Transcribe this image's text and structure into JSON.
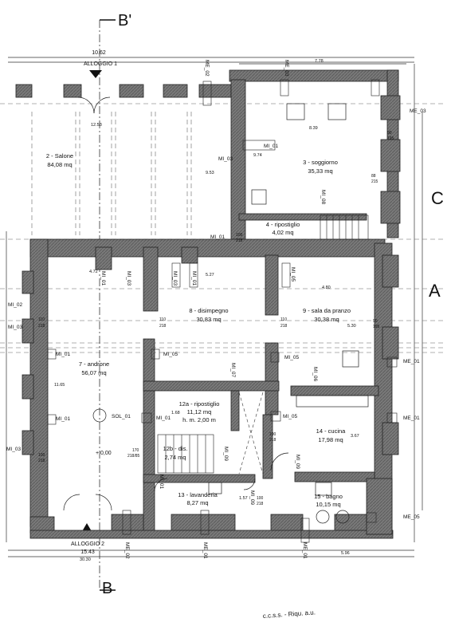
{
  "section": {
    "top_label": "B'",
    "bottom_label": "B",
    "right_label_upper": "C",
    "right_label_lower": "A"
  },
  "units": {
    "top": {
      "name": "ALLOGGIO 1",
      "dim": "10.62"
    },
    "bottom": {
      "name": "ALLOGGIO 2",
      "dim": "15.43"
    }
  },
  "rooms": [
    {
      "name": "2 - Salone",
      "area": "84,08 mq"
    },
    {
      "name": "3 - soggiorno",
      "area": "35,33 mq"
    },
    {
      "name": "4 - ripostiglio",
      "area": "4,02 mq"
    },
    {
      "name": "8 - disimpegno",
      "area": "30,83 mq"
    },
    {
      "name": "9 - sala da pranzo",
      "area": "30,38 mq"
    },
    {
      "name": "7 - androne",
      "area": "56,07 mq"
    },
    {
      "name": "12a - ripostiglio",
      "area": "11,12 mq",
      "extra": "h. m. 2,00 m"
    },
    {
      "name": "12b - dis.",
      "area": "2,74 mq"
    },
    {
      "name": "14 - cucina",
      "area": "17,98 mq"
    },
    {
      "name": "13 - lavanderia",
      "area": "8,27 mq"
    },
    {
      "name": "15 - bagno",
      "area": "10,15 mq"
    }
  ],
  "tags": {
    "me02_top": "ME_02",
    "me03_top": "ME_03",
    "me03_right": "ME_03",
    "me01_right_a": "ME_01",
    "me01_right_b": "ME_01",
    "me05_right": "ME_05",
    "me02_bottom": "ME_02",
    "me01_bottom_a": "ME_01",
    "me01_bottom_b": "ME_01",
    "mi03_a": "MI_03",
    "mi01_a": "MI_01",
    "mi01_b": "MI_01",
    "mi01_c": "MI_01",
    "mi03_b": "MI_03",
    "mi01_d": "MI_01",
    "mi05_a": "MI_05",
    "mi02": "MI_02",
    "mi03_left": "MI_03",
    "mi01_left_a": "MI_01",
    "mi05_b": "MI_05",
    "mi01_left_b": "MI_01",
    "mi03_left_b": "MI_03",
    "mi07": "MI_07",
    "mi05_c": "MI_05",
    "mi06": "MI_06",
    "mi05_d": "MI_05",
    "mi08": "MI_08",
    "mi09_a": "MI_09",
    "mi09_b": "MI_09",
    "mi09_c": "MI_09",
    "mi01_lav": "MI_01",
    "sol": "SOL_01"
  },
  "dims": {
    "d778": "7.78",
    "d839": "8.39",
    "d974": "9.74",
    "d953": "9.53",
    "d527": "5.27",
    "d480": "4.80",
    "d472": "4.72",
    "d1165": "11.65",
    "d530": "5.30",
    "d3030": "30.30",
    "d596": "5.96",
    "d157": "1.57",
    "d168": "1.68",
    "d367": "3.67",
    "d1253": "12.53",
    "level": "+ 0,00"
  },
  "openings": {
    "o110_1": "110",
    "o218_1": "218",
    "o110_2": "110",
    "o218_2": "218",
    "o110_3": "110",
    "o218_3": "218",
    "o90_1": "90",
    "o195_1": "195",
    "o90_2": "90",
    "o195_2": "195",
    "o88": "88",
    "o215": "215",
    "o100_1": "100",
    "o218_4": "218",
    "o100_2": "100",
    "o218_5": "218",
    "o100_3": "100",
    "o218_6": "218",
    "o170": "170",
    "o218_7": "218/85",
    "o100_4": "100",
    "o218_8": "218"
  },
  "footer_text": "c.c.s.s. - Riqu. a.u."
}
